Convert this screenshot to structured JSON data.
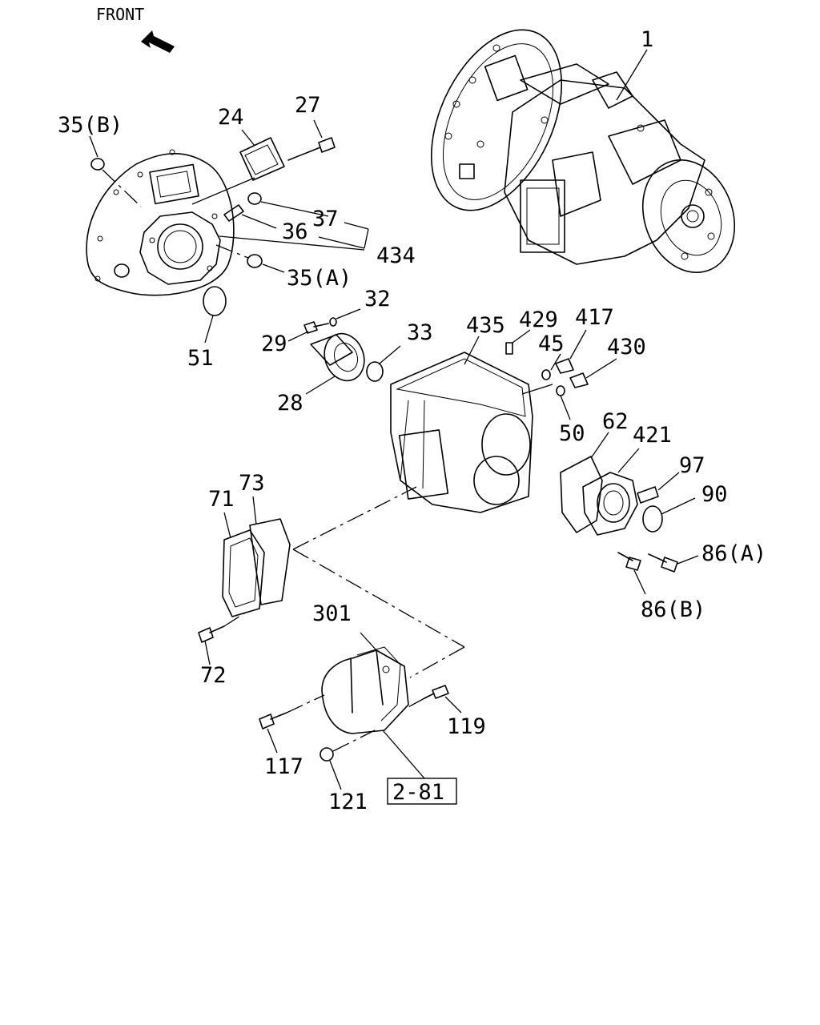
{
  "front_label": "FRONT",
  "front_arrow_icon": "arrow-icon",
  "labels": {
    "p1": "1",
    "p24": "24",
    "p27": "27",
    "p35b": "35(B)",
    "p37": "37",
    "p36": "36",
    "p434": "434",
    "p35a": "35(A)",
    "p51": "51",
    "p29": "29",
    "p32": "32",
    "p33": "33",
    "p28": "28",
    "p435": "435",
    "p429": "429",
    "p45": "45",
    "p417": "417",
    "p430": "430",
    "p50": "50",
    "p62": "62",
    "p421": "421",
    "p97": "97",
    "p90": "90",
    "p86a": "86(A)",
    "p86b": "86(B)",
    "p71": "71",
    "p73": "73",
    "p72": "72",
    "p301": "301",
    "p119": "119",
    "p117": "117",
    "p121": "121",
    "ref_2_81": "2-81"
  }
}
